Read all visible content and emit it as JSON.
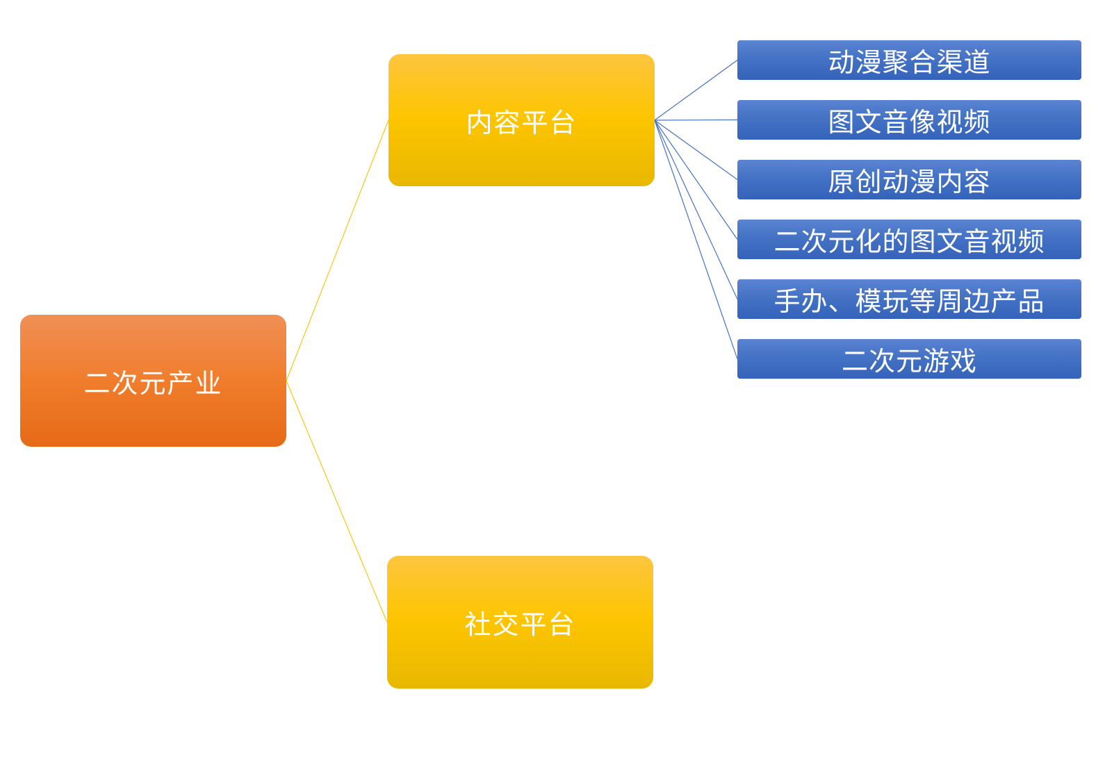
{
  "diagram": {
    "type": "tree",
    "root": {
      "id": "root",
      "label": "二次元产业",
      "color": "#ef7b2a"
    },
    "level1": [
      {
        "id": "content",
        "label": "内容平台",
        "parent": "root",
        "color": "#fdc500"
      },
      {
        "id": "social",
        "label": "社交平台",
        "parent": "root",
        "color": "#fdc500"
      }
    ],
    "level2": [
      {
        "id": "leaf0",
        "label": "动漫聚合渠道",
        "parent": "content",
        "color": "#4472c4"
      },
      {
        "id": "leaf1",
        "label": "图文音像视频",
        "parent": "content",
        "color": "#4472c4"
      },
      {
        "id": "leaf2",
        "label": "原创动漫内容",
        "parent": "content",
        "color": "#4472c4"
      },
      {
        "id": "leaf3",
        "label": "二次元化的图文音视频",
        "parent": "content",
        "color": "#4472c4"
      },
      {
        "id": "leaf4",
        "label": "手办、模玩等周边产品",
        "parent": "content",
        "color": "#4472c4"
      },
      {
        "id": "leaf5",
        "label": "二次元游戏",
        "parent": "content",
        "color": "#4472c4"
      }
    ],
    "connector_colors": {
      "root_to_level1": "#f5c518",
      "level1_to_level2": "#4472c4"
    }
  }
}
